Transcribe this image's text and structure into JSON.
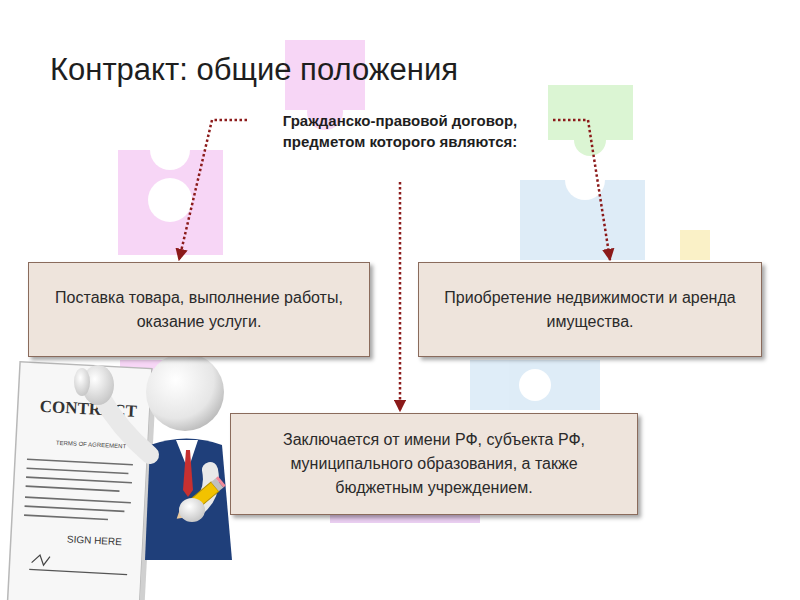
{
  "diagram": {
    "title": "Контракт: общие положения",
    "nodes": [
      {
        "text": [
          "Гражданско-правовой договор, предметом которого являются:"
        ]
      },
      {
        "text": [
          "Поставка товара, выполнение работы, оказание услуги."
        ]
      },
      {
        "text": [
          "Приобретение недвижимости и аренда имущества."
        ]
      },
      {
        "text": [
          "Заключается от имени РФ, субъекта РФ, муниципального образования, а также бюджетным учреждением."
        ]
      }
    ],
    "edges": [
      {
        "from": 0,
        "to": 1,
        "arrow": "to"
      },
      {
        "from": 0,
        "to": 2,
        "arrow": "to"
      },
      {
        "from": 0,
        "to": 3,
        "arrow": "to"
      }
    ],
    "labels": [
      "CONTRACT",
      "TERMS OF AGREEMENT",
      "SIGN HERE"
    ]
  }
}
